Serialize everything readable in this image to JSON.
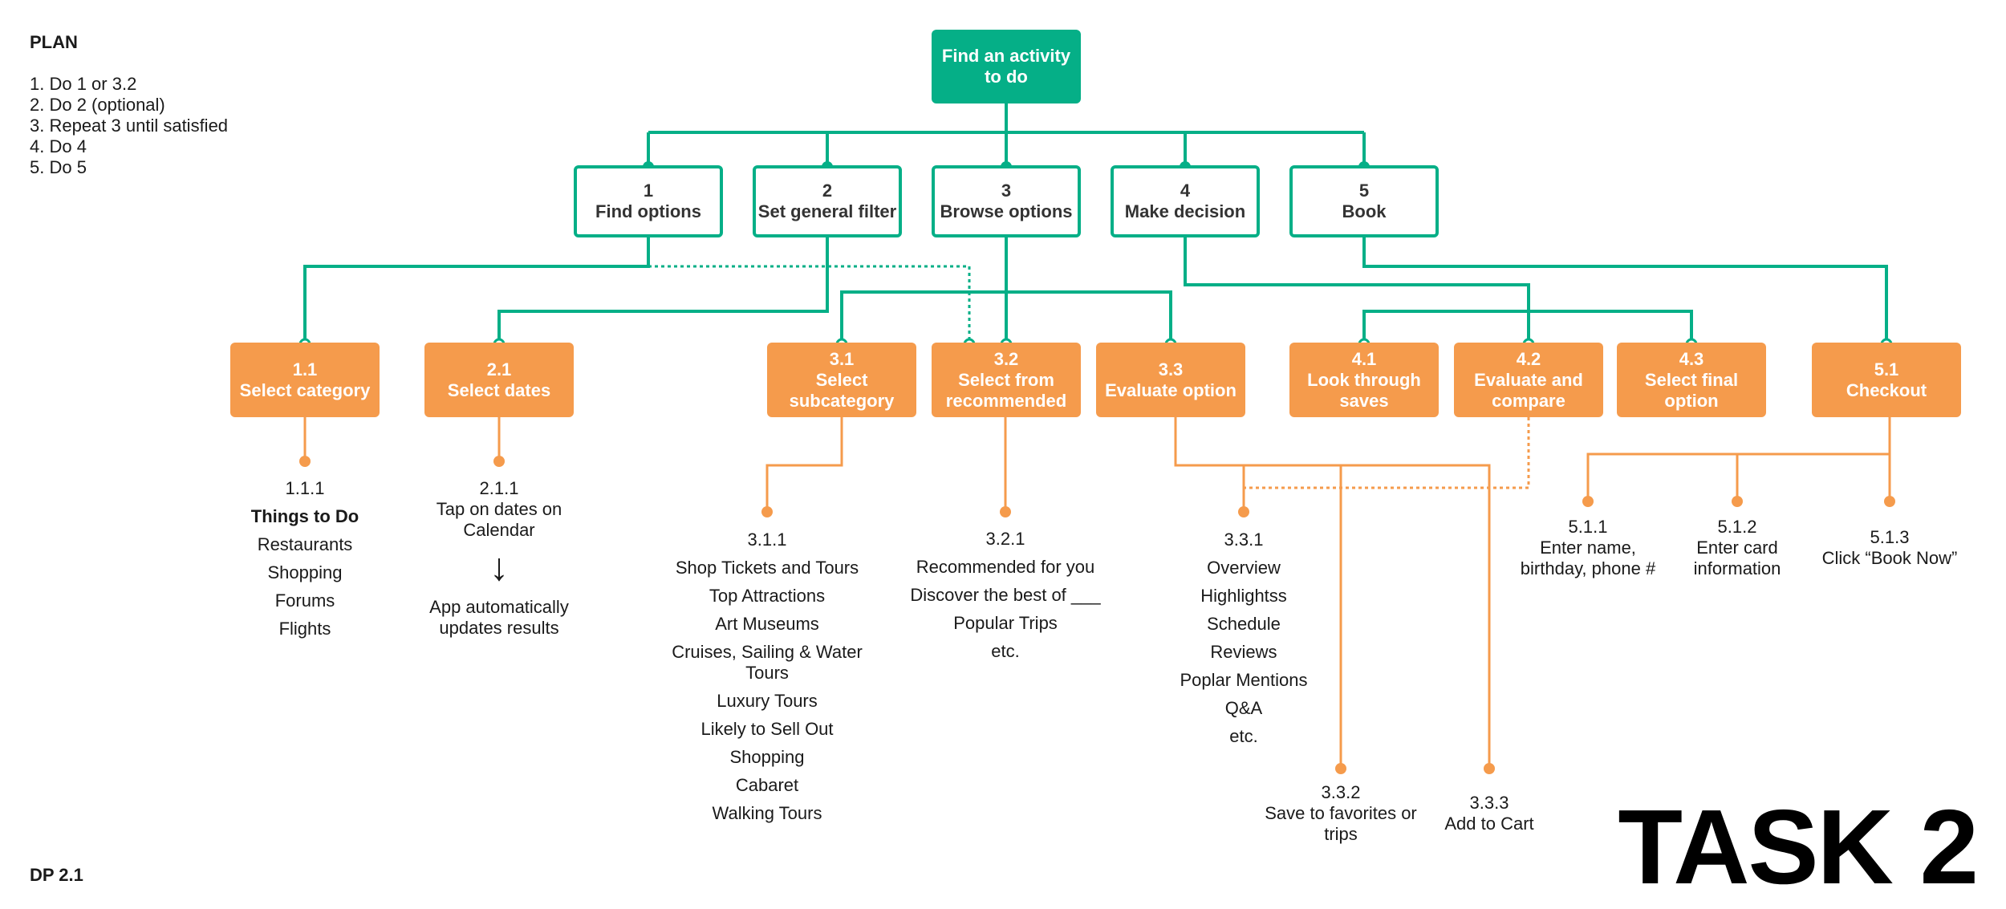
{
  "plan": {
    "title": "PLAN",
    "steps": [
      "1. Do 1 or 3.2",
      "2. Do 2 (optional)",
      "3. Repeat 3 until satisfied",
      "4. Do 4",
      "5. Do 5"
    ]
  },
  "footer": {
    "dp_label": "DP 2.1",
    "task_label": "TASK 2"
  },
  "colors": {
    "green": "#05af87",
    "orange": "#f59b4c"
  },
  "root": {
    "label": "Find an activity to do"
  },
  "subtasks": [
    {
      "num": "1",
      "label": "Find options"
    },
    {
      "num": "2",
      "label": "Set general filter"
    },
    {
      "num": "3",
      "label": "Browse options"
    },
    {
      "num": "4",
      "label": "Make decision"
    },
    {
      "num": "5",
      "label": "Book"
    }
  ],
  "steps": {
    "s1_1": {
      "num": "1.1",
      "label": "Select category"
    },
    "s2_1": {
      "num": "2.1",
      "label": "Select dates"
    },
    "s3_1": {
      "num": "3.1",
      "label": "Select subcategory"
    },
    "s3_2": {
      "num": "3.2",
      "label": "Select from recommended"
    },
    "s3_3": {
      "num": "3.3",
      "label": "Evaluate option"
    },
    "s4_1": {
      "num": "4.1",
      "label": "Look through saves"
    },
    "s4_2": {
      "num": "4.2",
      "label": "Evaluate and compare"
    },
    "s4_3": {
      "num": "4.3",
      "label": "Select final option"
    },
    "s5_1": {
      "num": "5.1",
      "label": "Checkout"
    }
  },
  "leaves": {
    "l1_1_1": {
      "num": "1.1.1",
      "items": [
        "Things to Do",
        "Restaurants",
        "Shopping",
        "Forums",
        "Flights"
      ]
    },
    "l2_1_1": {
      "num": "2.1.1",
      "text": "Tap on dates on Calendar",
      "arrow": "↓",
      "result": "App automatically updates results"
    },
    "l3_1_1": {
      "num": "3.1.1",
      "items": [
        "Shop Tickets and Tours",
        "Top Attractions",
        "Art Museums",
        "Cruises, Sailing & Water Tours",
        "Luxury Tours",
        "Likely to Sell Out",
        "Shopping",
        "Cabaret",
        "Walking Tours"
      ]
    },
    "l3_2_1": {
      "num": "3.2.1",
      "items": [
        "Recommended for you",
        "Discover the best of ___",
        "Popular Trips",
        "etc."
      ]
    },
    "l3_3_1": {
      "num": "3.3.1",
      "items": [
        "Overview",
        "Highlightss",
        "Schedule",
        "Reviews",
        "Poplar Mentions",
        "Q&A",
        "etc."
      ]
    },
    "l3_3_2": {
      "num": "3.3.2",
      "text": "Save to favorites or trips"
    },
    "l3_3_3": {
      "num": "3.3.3",
      "text": "Add to Cart"
    },
    "l5_1_1": {
      "num": "5.1.1",
      "text": "Enter name, birthday, phone #"
    },
    "l5_1_2": {
      "num": "5.1.2",
      "text": "Enter card information"
    },
    "l5_1_3": {
      "num": "5.1.3",
      "text": "Click “Book Now”"
    }
  }
}
